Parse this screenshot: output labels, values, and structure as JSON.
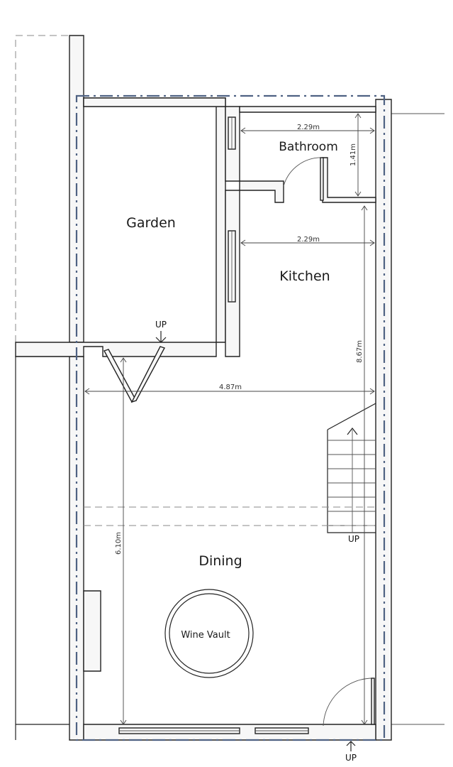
{
  "rooms": {
    "garden": "Garden",
    "bathroom": "Bathroom",
    "kitchen": "Kitchen",
    "dining": "Dining",
    "wine_vault": "Wine Vault"
  },
  "dimensions": {
    "bathroom_width": "2.29m",
    "bathroom_depth": "1.41m",
    "kitchen_width": "2.29m",
    "kitchen_depth": "8.67m",
    "dining_width": "4.87m",
    "dining_depth": "6.10m"
  },
  "stair_labels": {
    "garden_step": "UP",
    "stairs": "UP",
    "entrance_step": "UP"
  },
  "colors": {
    "boundary_line": "#4f6283",
    "wall_fill": "#f7f7f7",
    "wall_stroke": "#222222"
  }
}
